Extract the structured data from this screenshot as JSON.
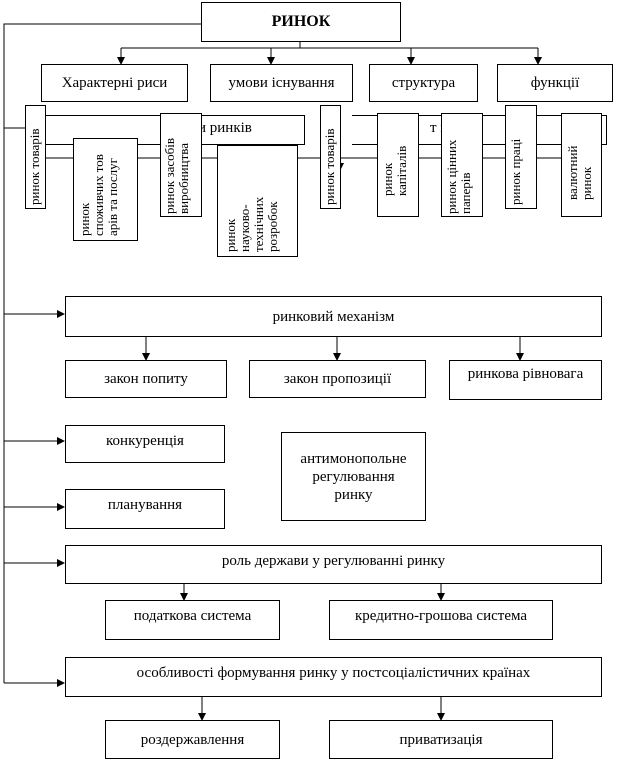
{
  "root": "РИНОК",
  "top_level": {
    "features": "Характерні риси",
    "conditions": "умови існування",
    "structure": "структура",
    "functions": "функції"
  },
  "structure_row": {
    "overlap_left": "и ринків",
    "overlap_right": "т ий р к"
  },
  "market_types": {
    "goods_1": "ринок товарів",
    "consumer": "ринок\nспоживчих тов\nарів та послуг",
    "means": "ринок засобів\nвиробництва",
    "scitech": "ринок\nнауково-\nтехнічних\nрозробок",
    "goods_2": "ринок товарів",
    "capital": "ринок\nкапіталів",
    "securities": "ринок цінних\nпаперів",
    "labor": "ринок праці",
    "currency": "валютний\nринок"
  },
  "mechanism": {
    "title": "ринковий механізм",
    "demand": "закон попиту",
    "supply": "закон пропозиції",
    "equilibrium": "ринкова рівновага"
  },
  "competition": "конкуренція",
  "antimonopoly": "антимонопольне\nрегулювання\nринку",
  "planning": "планування",
  "state_role": {
    "title": "роль держави у регулюванні ринку",
    "tax": "податкова система",
    "credit": "кредитно-грошова система"
  },
  "post_socialist": {
    "title": "особливості формування ринку у постсоціалістичних країнах",
    "destatization": "роздержавлення",
    "privatization": "приватизація"
  }
}
